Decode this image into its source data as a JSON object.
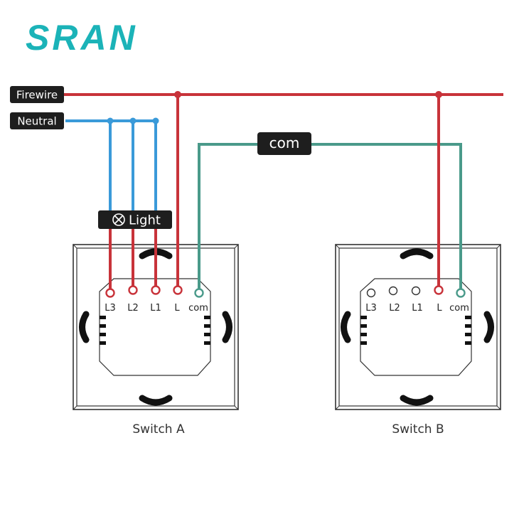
{
  "logo": {
    "text": "SRAN",
    "color": "#1bb3b8"
  },
  "colors": {
    "fire": "#c8333a",
    "neutral": "#3a9ad9",
    "com": "#4a9a8a",
    "frame": "#333333",
    "label_bg": "#1e1e1e",
    "label_text": "#ffffff"
  },
  "wires": {
    "firewire_label": "Firewire",
    "neutral_label": "Neutral",
    "com_label": "com",
    "light_label": "Light",
    "light_icon": "bulb-cross-icon"
  },
  "switches": [
    {
      "caption": "Switch A",
      "terminals": [
        "L3",
        "L2",
        "L1",
        "L",
        "com"
      ]
    },
    {
      "caption": "Switch B",
      "terminals": [
        "L3",
        "L2",
        "L1",
        "L",
        "com"
      ]
    }
  ]
}
